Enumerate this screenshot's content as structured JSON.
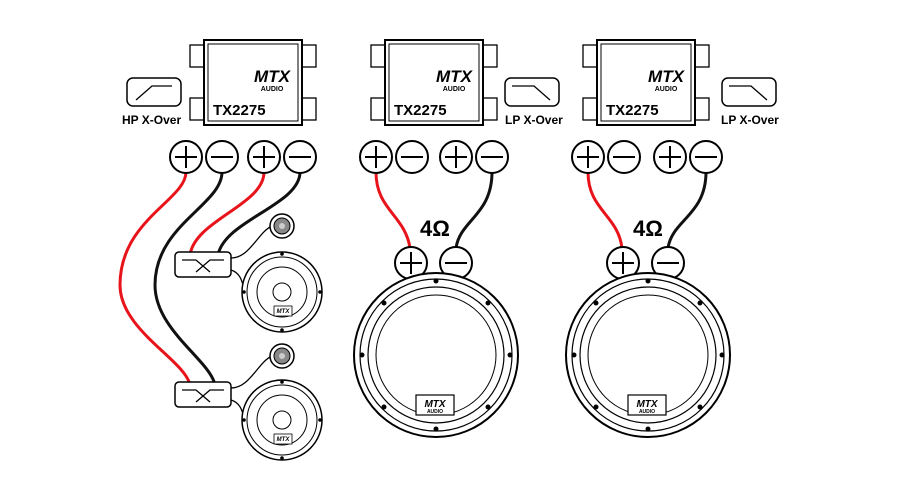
{
  "amplifiers": [
    {
      "model": "TX2275",
      "logo": "MTX",
      "logo_sub": "AUDIO"
    },
    {
      "model": "TX2275",
      "logo": "MTX",
      "logo_sub": "AUDIO"
    },
    {
      "model": "TX2275",
      "logo": "MTX",
      "logo_sub": "AUDIO"
    }
  ],
  "crossover_labels": {
    "hp": "HP X-Over",
    "lp_middle": "LP X-Over",
    "lp_right": "LP X-Over"
  },
  "impedance": {
    "middle": "4Ω",
    "right": "4Ω"
  },
  "speaker_badges": {
    "logo": "MTX",
    "logo_sub": "AUDIO"
  },
  "colors": {
    "positive_wire": "#e8141b",
    "negative_wire": "#111111",
    "line": "#000000",
    "background": "#ffffff"
  },
  "icons": {
    "terminal_plus": "plus-terminal-icon",
    "terminal_minus": "minus-terminal-icon",
    "hp_filter": "high-pass-filter-icon",
    "lp_filter": "low-pass-filter-icon"
  }
}
